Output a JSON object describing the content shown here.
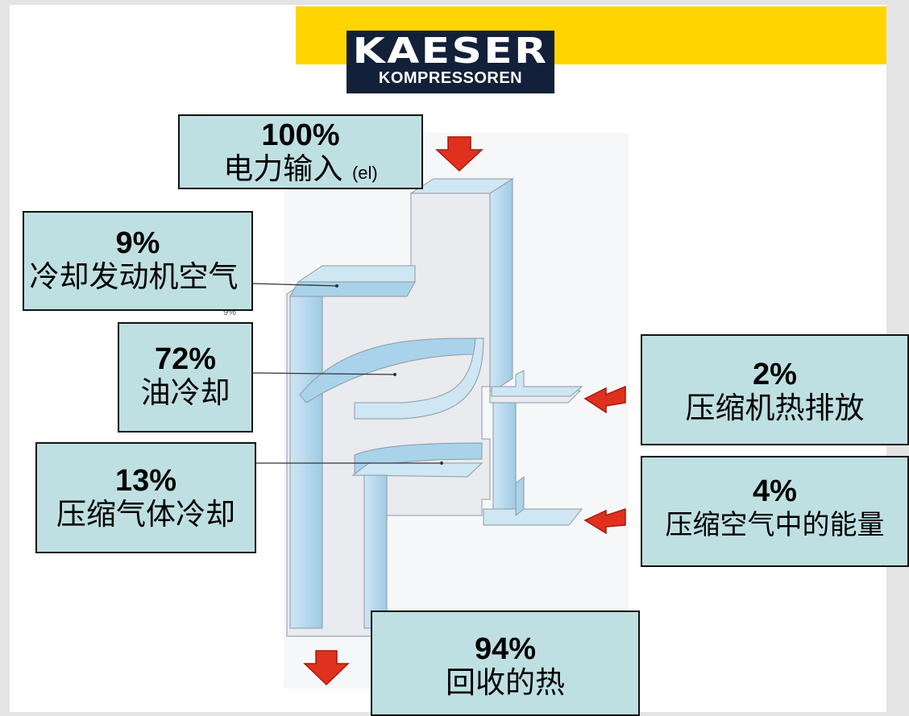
{
  "brand": {
    "name": "KAESER",
    "subtitle": "KOMPRESSOREN"
  },
  "colors": {
    "accent_yellow": "#ffd500",
    "box_fill": "#bfe0e2",
    "arrow_red": "#e0301e",
    "flow_blue": "#a9d3ea",
    "flow_grey": "#e9ebee"
  },
  "icons": [
    "arrow-down-icon",
    "arrow-left-icon"
  ],
  "boxes": {
    "input": {
      "pct": "100%",
      "label": "电力输入",
      "label_suffix": "(el)"
    },
    "motor_cooling": {
      "pct": "9%",
      "label": "冷却发动机空气"
    },
    "oil_cooling": {
      "pct": "72%",
      "label": "油冷却"
    },
    "aftercooling": {
      "pct": "13%",
      "label": "压缩气体冷却"
    },
    "compressor_radiation": {
      "pct": "2%",
      "label": "压缩机热排放"
    },
    "air_energy": {
      "pct": "4%",
      "label": "压缩空气中的能量"
    },
    "recovered": {
      "pct": "94%",
      "label": "回收的热"
    }
  },
  "small_label": "9%"
}
